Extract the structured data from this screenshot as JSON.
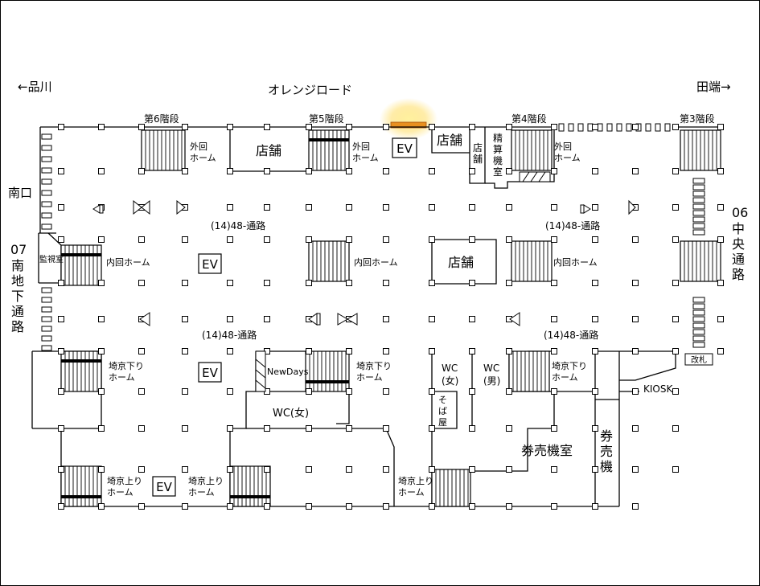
{
  "directions": {
    "west": "←品川",
    "north_corridor": "オレンジロード",
    "east": "田端→"
  },
  "exits": {
    "south_exit": "南口",
    "west_passage_number": "07",
    "west_passage_name": [
      "南",
      "地",
      "下",
      "通",
      "路"
    ],
    "east_passage_number": "06",
    "east_passage_name": [
      "中",
      "央",
      "通",
      "路"
    ]
  },
  "stairs": {
    "stair6": "第6階段",
    "stair5": "第5階段",
    "stair4": "第4階段",
    "stair3": "第3階段"
  },
  "platforms": {
    "outer_loop": [
      "外回",
      "ホーム"
    ],
    "inner_loop": "内回ホーム",
    "saikyo_down": [
      "埼京下り",
      "ホーム"
    ],
    "saikyo_up": [
      "埼京上り",
      "ホーム"
    ]
  },
  "passages": {
    "passage48": "(14)48-通路"
  },
  "facilities": {
    "shop": "店舗",
    "shop_vertical": [
      "店",
      "舗"
    ],
    "fare_adjust": [
      "精",
      "算",
      "機",
      "室"
    ],
    "monitor_room": "監視室",
    "elevator": "EV",
    "newdays": "NewDays",
    "wc_women": "WC(女)",
    "wc_women_stacked": [
      "WC",
      "(女)"
    ],
    "wc_men_stacked": [
      "WC",
      "(男)"
    ],
    "soba": [
      "そ",
      "ば",
      "屋"
    ],
    "ticket_room": "券売機室",
    "ticket_machine": [
      "券",
      "売",
      "機"
    ],
    "kiosk": "KIOSK",
    "gate": "改札"
  },
  "colors": {
    "highlight": "#e89020",
    "highlight_glow": "#ffe070",
    "line": "#000000",
    "background": "#ffffff"
  }
}
